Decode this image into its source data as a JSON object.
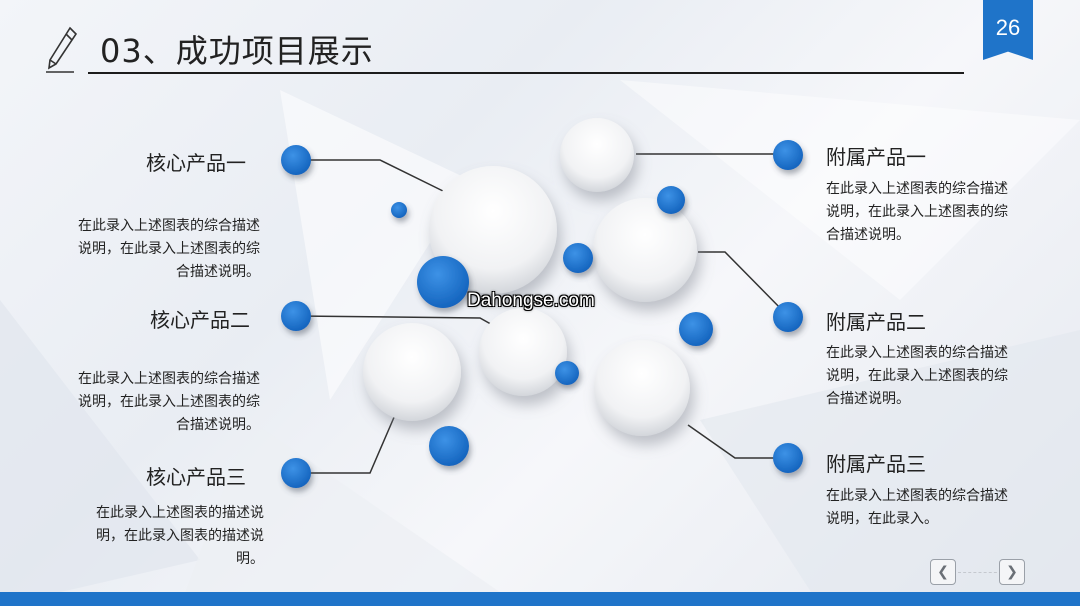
{
  "slide": {
    "page_number": "26",
    "title": "03、成功项目展示",
    "watermark": "Dahongse.com",
    "accent_color": "#1f74c9"
  },
  "left_items": [
    {
      "label": "核心产品一",
      "description": "在此录入上述图表的综合描述说明，在此录入上述图表的综合描述说明。"
    },
    {
      "label": "核心产品二",
      "description": "在此录入上述图表的综合描述说明，在此录入上述图表的综合描述说明。"
    },
    {
      "label": "核心产品三",
      "description": "在此录入上述图表的描述说明，在此录入图表的描述说明。"
    }
  ],
  "right_items": [
    {
      "label": "附属产品一",
      "description": "在此录入上述图表的综合描述说明，在此录入上述图表的综合描述说明。"
    },
    {
      "label": "附属产品二",
      "description": "在此录入上述图表的综合描述说明，在此录入上述图表的综合描述说明。"
    },
    {
      "label": "附属产品三",
      "description": "在此录入上述图表的综合描述说明，在此录入。"
    }
  ],
  "nav": {
    "prev_icon": "chevron-left-icon",
    "next_icon": "chevron-right-icon"
  }
}
